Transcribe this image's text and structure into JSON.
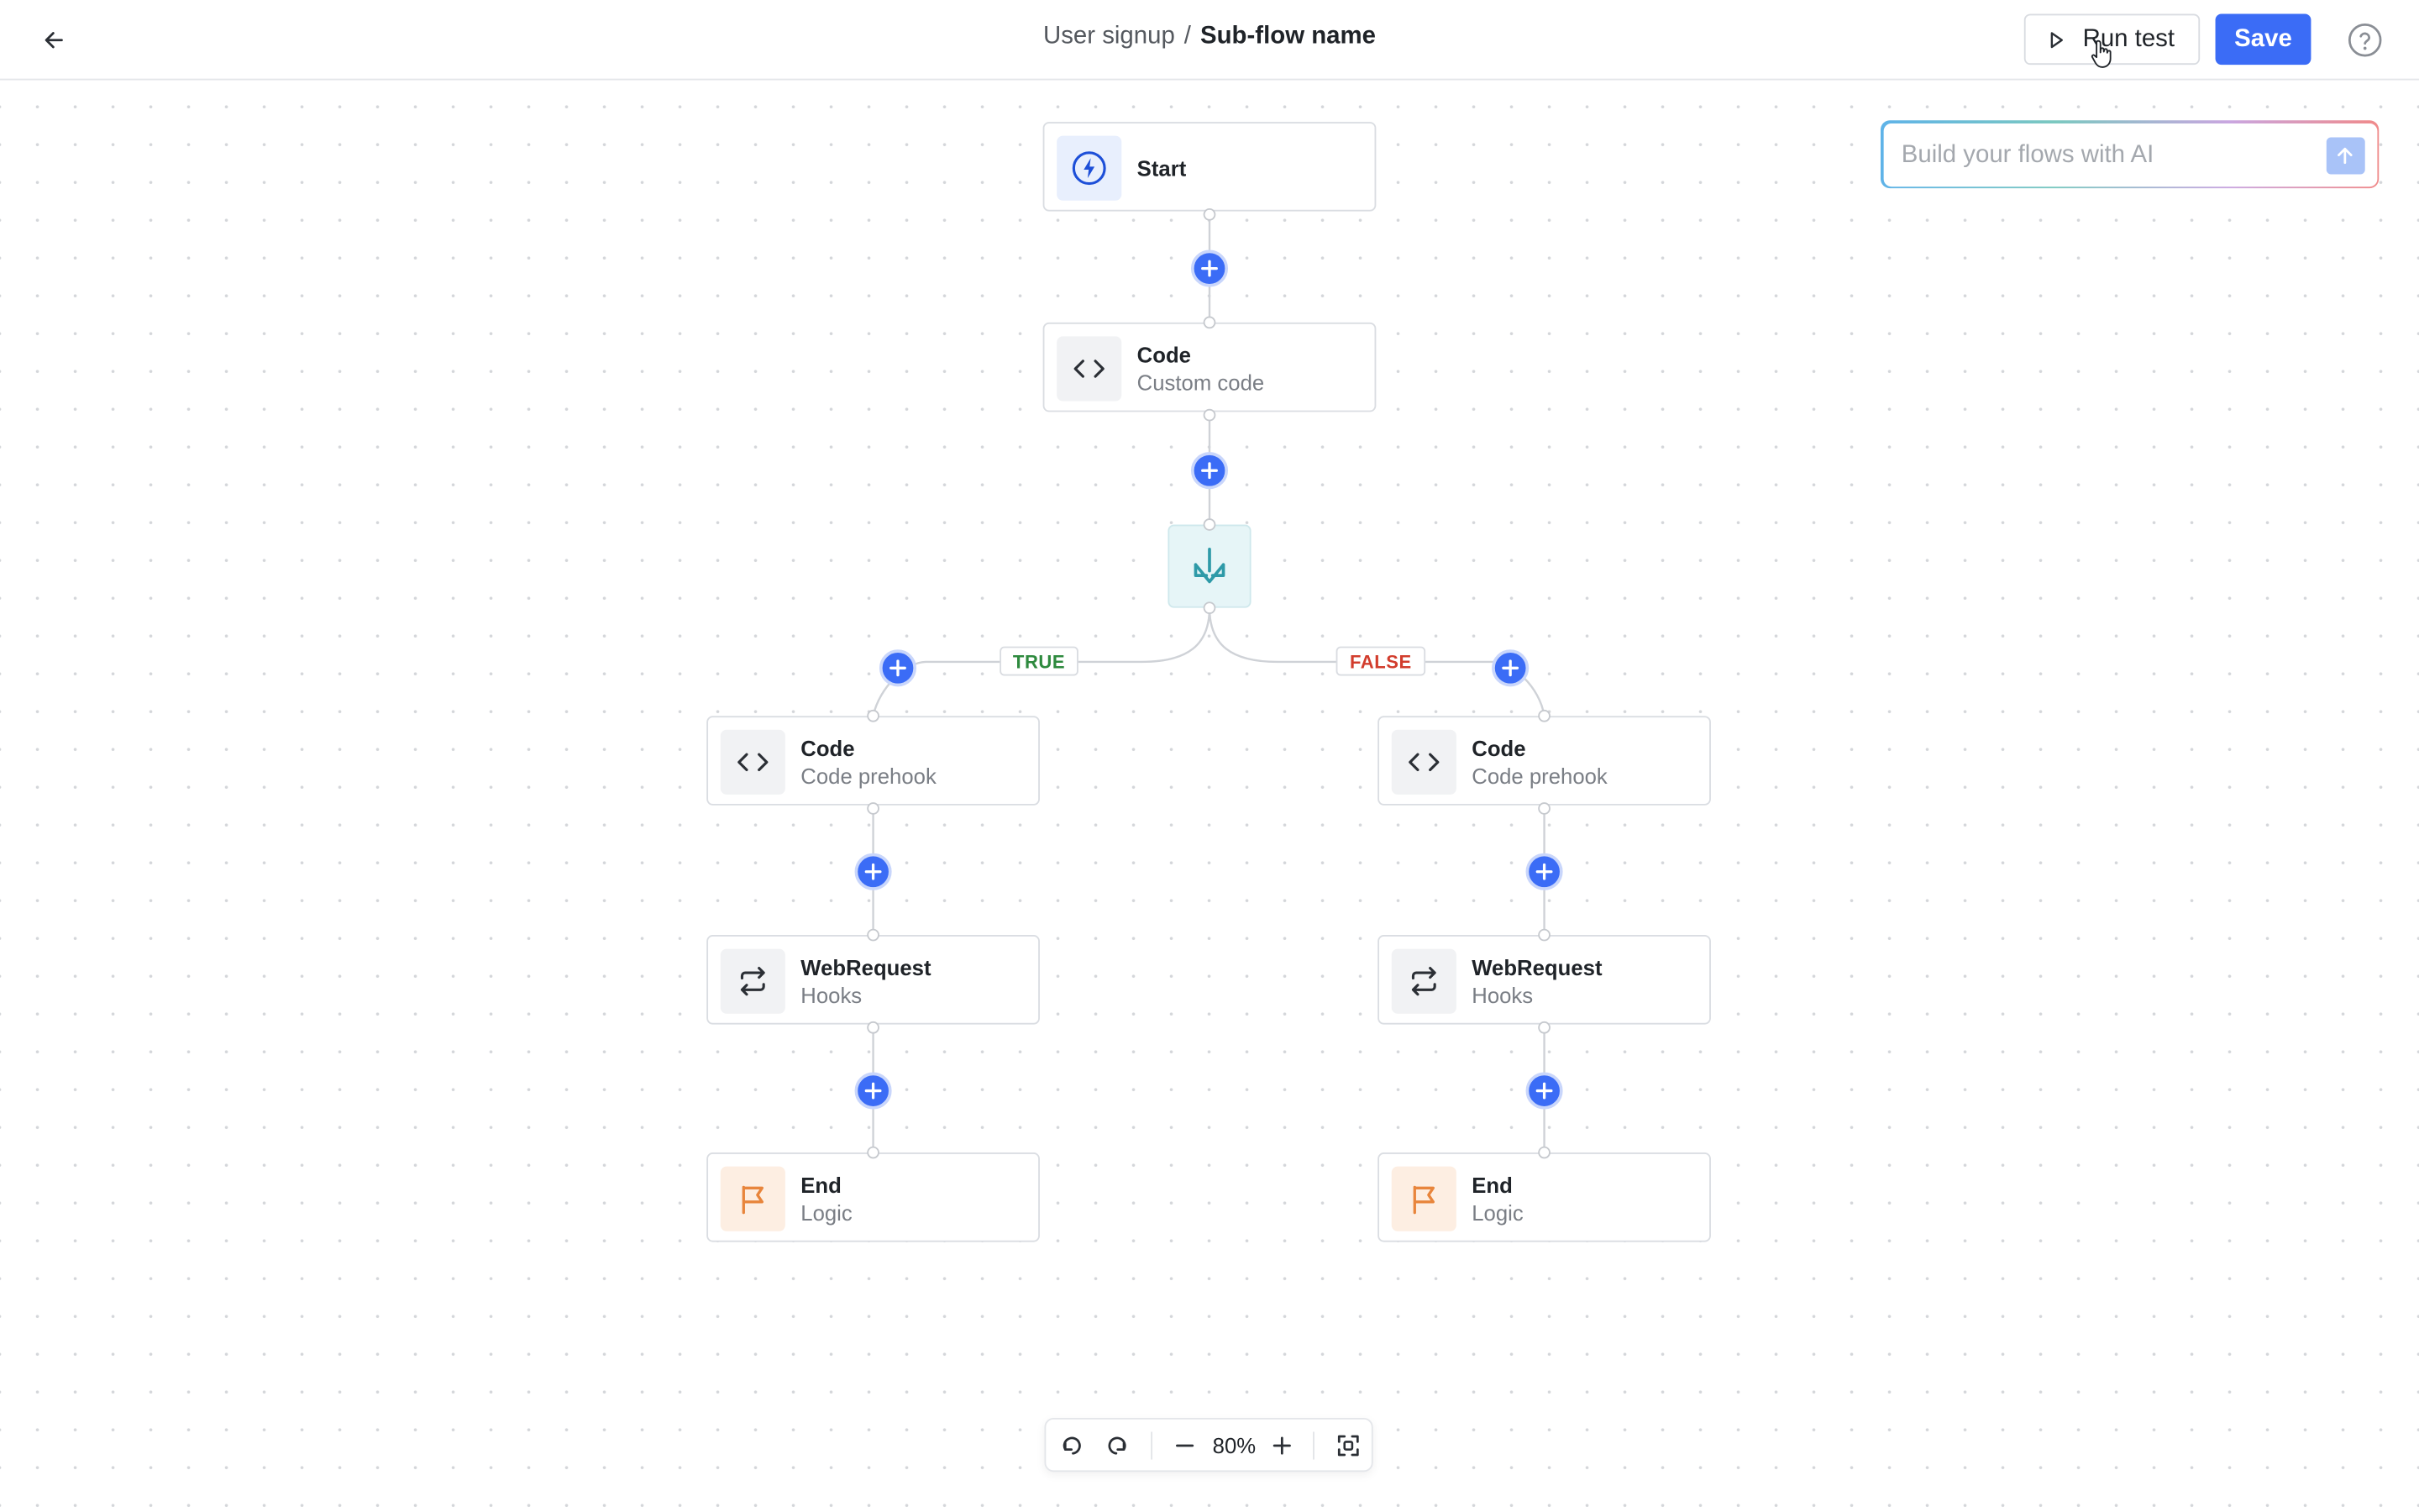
{
  "header": {
    "breadcrumb_parent": "User signup",
    "breadcrumb_separator": "/",
    "breadcrumb_current": "Sub-flow name",
    "run_test_label": "Run test",
    "save_label": "Save"
  },
  "ai_prompt": {
    "placeholder": "Build your flows with AI"
  },
  "flow": {
    "start": {
      "title": "Start"
    },
    "code_main": {
      "title": "Code",
      "subtitle": "Custom code"
    },
    "branch_true_label": "TRUE",
    "branch_false_label": "FALSE",
    "true_branch": {
      "code": {
        "title": "Code",
        "subtitle": "Code prehook"
      },
      "webrequest": {
        "title": "WebRequest",
        "subtitle": "Hooks"
      },
      "end": {
        "title": "End",
        "subtitle": "Logic"
      }
    },
    "false_branch": {
      "code": {
        "title": "Code",
        "subtitle": "Code prehook"
      },
      "webrequest": {
        "title": "WebRequest",
        "subtitle": "Hooks"
      },
      "end": {
        "title": "End",
        "subtitle": "Logic"
      }
    }
  },
  "zoom": {
    "level": "80%"
  },
  "colors": {
    "accent": "#3b6cf6",
    "true_label": "#2e8a3e",
    "false_label": "#d23d2d",
    "condition_icon": "#2e9aa8",
    "end_icon": "#e8853c"
  },
  "icons": {
    "back": "arrow-left-icon",
    "run": "play-icon",
    "help": "question-circle-icon",
    "start": "lightning-icon",
    "code": "code-brackets-icon",
    "condition": "split-arrow-icon",
    "webrequest": "repeat-arrows-icon",
    "end": "flag-icon",
    "undo": "undo-icon",
    "redo": "redo-icon",
    "zoom_out": "minus-icon",
    "zoom_in": "plus-icon",
    "fit": "fit-screen-icon",
    "send": "arrow-up-icon"
  }
}
